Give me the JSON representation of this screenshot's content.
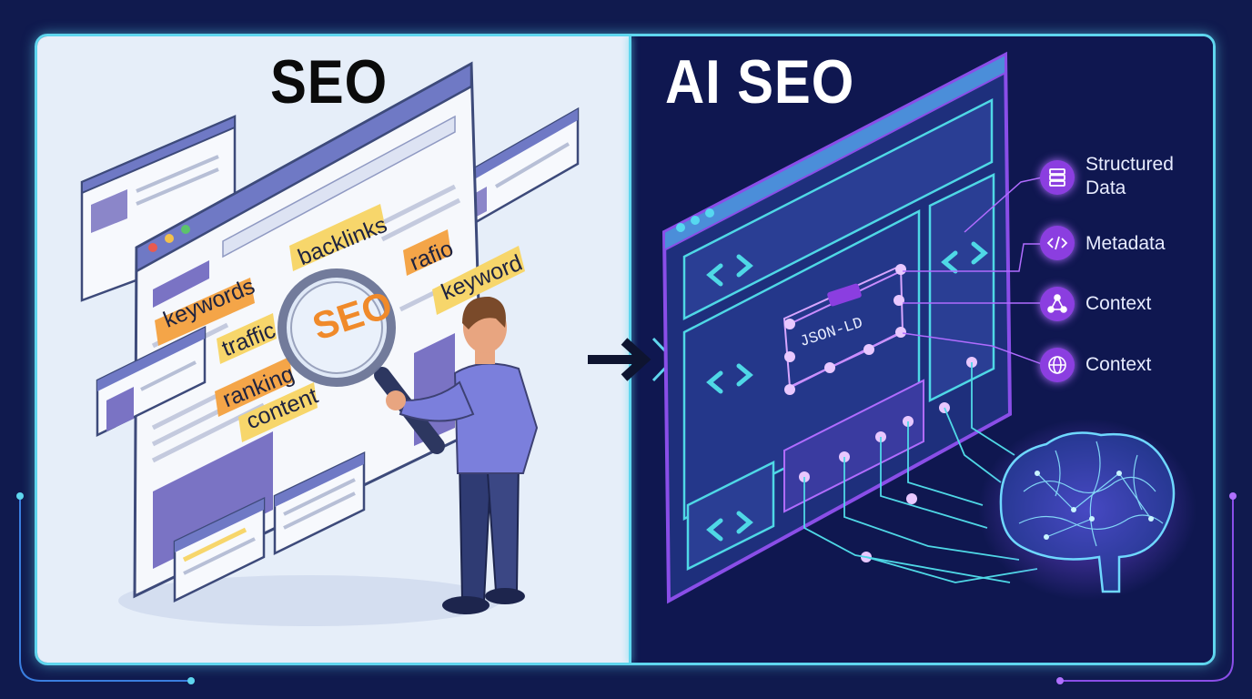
{
  "left": {
    "title": "SEO",
    "keywords": [
      "keywords",
      "traffic",
      "backlinks",
      "rafio",
      "keyword",
      "ranking",
      "content"
    ],
    "magnifier_text": "SEO"
  },
  "right": {
    "title": "AI SEO",
    "schema_label": "JSON-LD",
    "features": [
      {
        "label": "Structured Data",
        "icon": "database-icon"
      },
      {
        "label": "Metadata",
        "icon": "code-icon"
      },
      {
        "label": "Context",
        "icon": "network-icon"
      },
      {
        "label": "Context",
        "icon": "globe-icon"
      }
    ]
  },
  "colors": {
    "background": "#101a4e",
    "left_panel": "#e6eef9",
    "right_panel": "#0f1750",
    "frame": "#5fd6ee",
    "highlight_yellow": "#f7d66b",
    "highlight_orange": "#f4a548",
    "accent_purple": "#8b3ee0",
    "code_cyan": "#4fd8e6"
  }
}
